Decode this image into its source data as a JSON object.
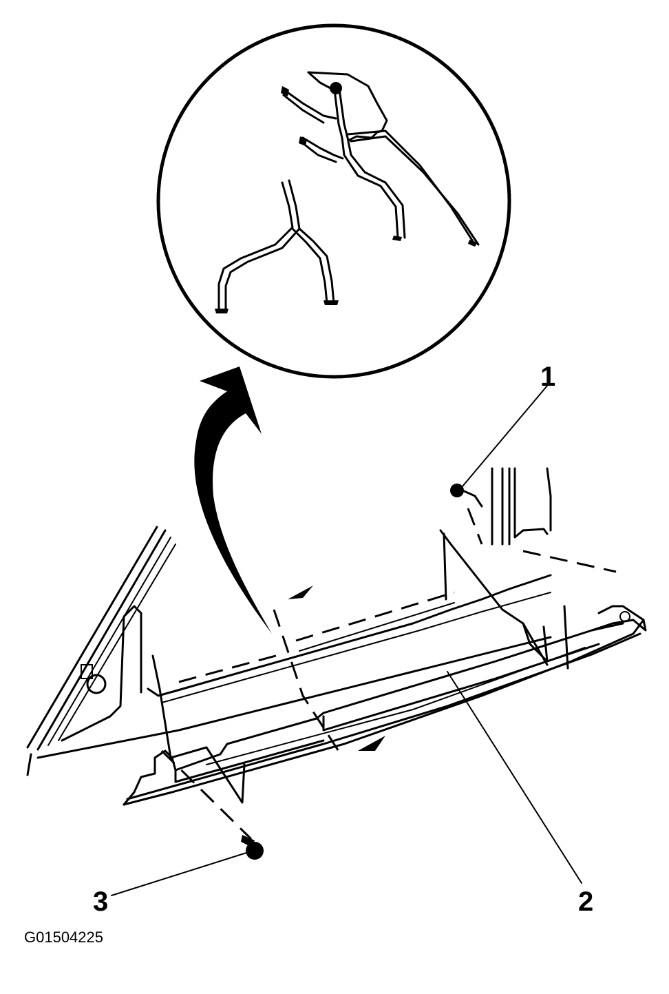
{
  "callouts": {
    "one": "1",
    "two": "2",
    "three": "3"
  },
  "figure_id": "G01504225",
  "colors": {
    "ink": "#000000",
    "paper": "#ffffff"
  }
}
